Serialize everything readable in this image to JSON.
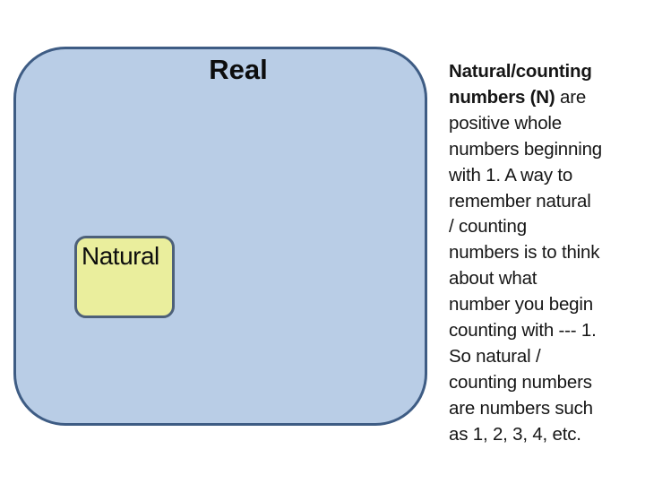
{
  "slide": {
    "background_color": "#FFFFFF"
  },
  "diagram": {
    "type": "euler-set-diagram",
    "real_set": {
      "label": "Real",
      "fill_color": "#B9CDE6",
      "border_color": "#3E5C84"
    },
    "natural_set": {
      "label": "Natural",
      "fill_color": "#EAEE9D",
      "border_color": "#4D6079",
      "contained_in": "Real"
    }
  },
  "description": {
    "full_text": "Natural/counting numbers (N) are positive whole numbers beginning with 1. A way to remember natural / counting numbers is to think about what number you begin counting with --- 1. So natural / counting numbers are numbers such as 1, 2, 3, 4, etc.",
    "lines": [
      {
        "b": "Natural/counting",
        "r": ""
      },
      {
        "b": "numbers (N)",
        "r": " are"
      },
      {
        "b": "",
        "r": "positive whole"
      },
      {
        "b": "",
        "r": "numbers beginning"
      },
      {
        "b": "",
        "r": "with 1. A way to"
      },
      {
        "b": "",
        "r": "remember natural"
      },
      {
        "b": "",
        "r": "/ counting"
      },
      {
        "b": "",
        "r": "numbers is to think"
      },
      {
        "b": "",
        "r": "about what"
      },
      {
        "b": "",
        "r": "number you begin"
      },
      {
        "b": "",
        "r": "counting with --- 1."
      },
      {
        "b": "",
        "r": "So natural /"
      },
      {
        "b": "",
        "r": "counting numbers"
      },
      {
        "b": "",
        "r": "are numbers such"
      },
      {
        "b": "",
        "r": "as 1, 2, 3, 4, etc."
      }
    ]
  }
}
